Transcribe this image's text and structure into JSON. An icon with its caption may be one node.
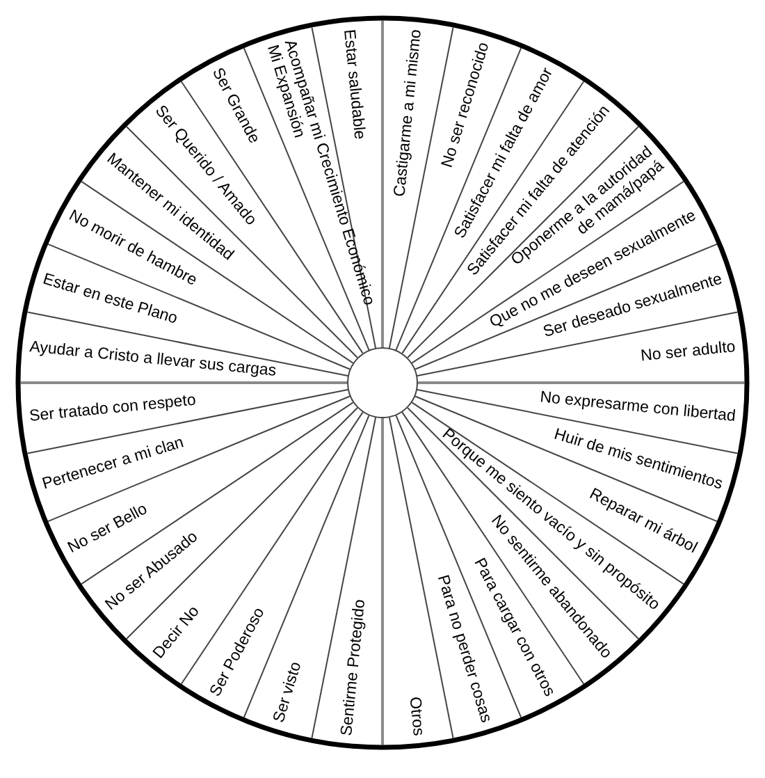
{
  "diagram": {
    "nodes": [
      {
        "text": [
          "Castigarme a mi mismo"
        ]
      },
      {
        "text": [
          "No ser reconocido"
        ]
      },
      {
        "text": [
          "Satisfacer mi falta de amor"
        ]
      },
      {
        "text": [
          "Satisfacer mi falta de atención"
        ]
      },
      {
        "text": [
          "Oponerme a la autoridad de mamá/papá"
        ]
      },
      {
        "text": [
          "Que no me deseen sexualmente"
        ]
      },
      {
        "text": [
          "Ser deseado sexualmente"
        ]
      },
      {
        "text": [
          "No ser adulto"
        ]
      },
      {
        "text": [
          "No expresarme con libertad"
        ]
      },
      {
        "text": [
          "Huir de mis sentimientos"
        ]
      },
      {
        "text": [
          "Reparar mi árbol"
        ]
      },
      {
        "text": [
          "Porque me siento vacío y sin propósito"
        ]
      },
      {
        "text": [
          "No sentirme abandonado"
        ]
      },
      {
        "text": [
          "Para cargar con otros"
        ]
      },
      {
        "text": [
          "Para no perder cosas"
        ]
      },
      {
        "text": [
          "Otros"
        ]
      },
      {
        "text": [
          "Sentirme Protegido"
        ]
      },
      {
        "text": [
          "Ser visto"
        ]
      },
      {
        "text": [
          "Ser Poderoso"
        ]
      },
      {
        "text": [
          "Decir No"
        ]
      },
      {
        "text": [
          "No ser Abusado"
        ]
      },
      {
        "text": [
          "No ser Bello"
        ]
      },
      {
        "text": [
          "Pertenecer a mi clan"
        ]
      },
      {
        "text": [
          "Ser tratado con respeto"
        ]
      },
      {
        "text": [
          "Ayudar a Cristo a llevar sus cargas"
        ]
      },
      {
        "text": [
          "Estar en este Plano"
        ]
      },
      {
        "text": [
          "No morir de hambre"
        ]
      },
      {
        "text": [
          "Mantener mi identidad"
        ]
      },
      {
        "text": [
          "Ser Querido / Amado"
        ]
      },
      {
        "text": [
          "Ser Grande"
        ]
      },
      {
        "text": [
          "Acompañar mi Crecimiento Económico Mi Expansión"
        ]
      },
      {
        "text": [
          "Estar saludable"
        ]
      }
    ]
  }
}
